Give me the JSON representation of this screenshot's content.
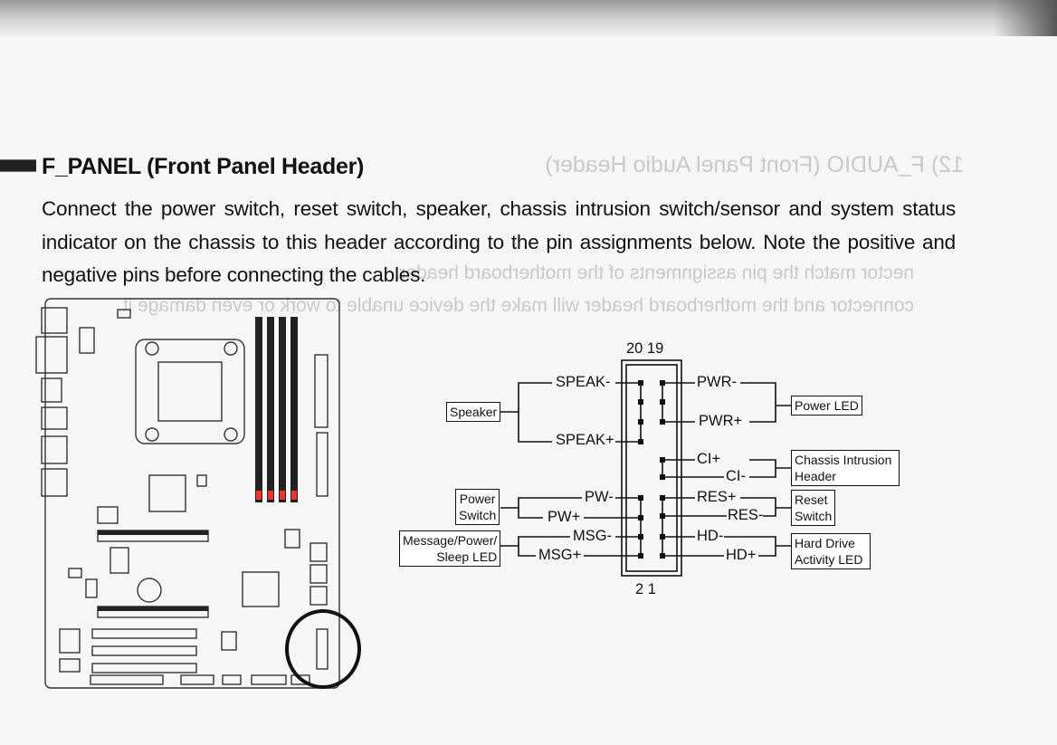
{
  "section": {
    "title": "F_PANEL (Front Panel Header)",
    "body": "Connect the power switch, reset switch, speaker, chassis intrusion switch/sensor and system status indicator on the chassis to this header according to the pin assignments below. Note the positive and negative pins before connecting the cables."
  },
  "header_pinout": {
    "top_numbers": "20 19",
    "bottom_numbers": "2 1",
    "left_pins": [
      "SPEAK-",
      "SPEAK+",
      "PW-",
      "PW+",
      "MSG-",
      "MSG+"
    ],
    "right_pins": [
      "PWR-",
      "PWR+",
      "CI+",
      "CI-",
      "RES+",
      "RES-",
      "HD-",
      "HD+"
    ]
  },
  "devices": {
    "speaker": "Speaker",
    "power_switch": [
      "Power",
      "Switch"
    ],
    "message_led": [
      "Message/Power/",
      "Sleep LED"
    ],
    "power_led": "Power LED",
    "chassis_intrusion": [
      "Chassis Intrusion",
      "Header"
    ],
    "reset_switch": [
      "Reset",
      "Switch"
    ],
    "hdd_led": [
      "Hard Drive",
      "Activity LED"
    ]
  }
}
